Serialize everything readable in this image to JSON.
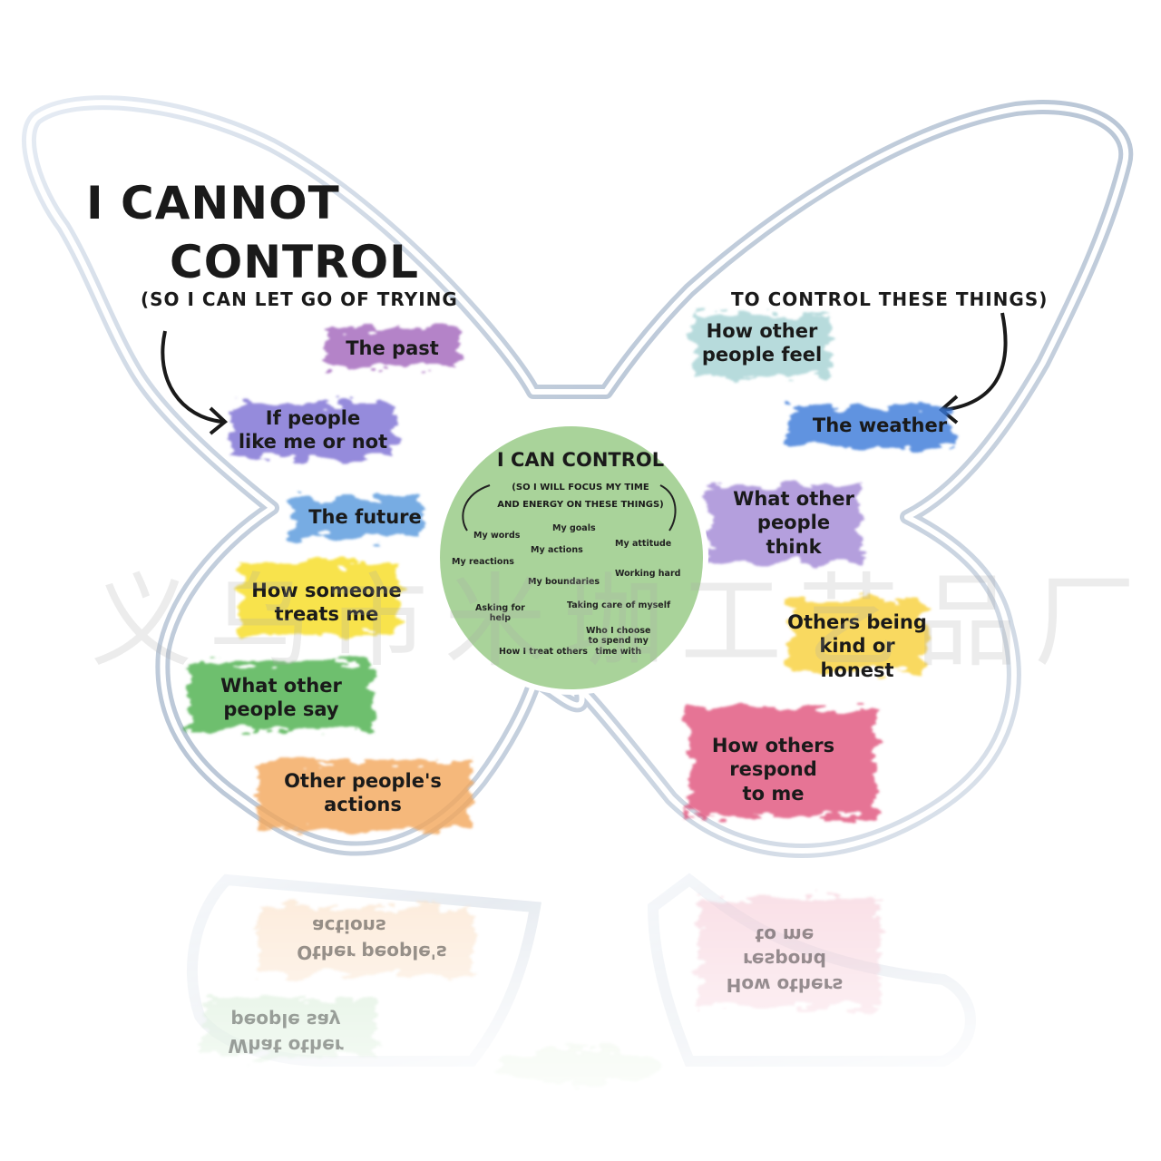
{
  "left_wing": {
    "title_line1": "I CANNOT",
    "title_line2": "CONTROL",
    "subtitle": "(SO I CAN LET GO OF TRYING",
    "items": [
      {
        "text": "The past",
        "color": "#9b59b6"
      },
      {
        "text": "If people\nlike me or not",
        "color": "#6a5acd"
      },
      {
        "text": "The future",
        "color": "#4a90d9"
      },
      {
        "text": "How someone\ntreats me",
        "color": "#f5d90a"
      },
      {
        "text": "What other\npeople say",
        "color": "#3faa3f"
      },
      {
        "text": "Other people's\nactions",
        "color": "#f2a65a"
      }
    ]
  },
  "right_wing": {
    "subtitle": "TO CONTROL THESE THINGS)",
    "items": [
      {
        "text": "How other\npeople feel",
        "color": "#9fcfd0"
      },
      {
        "text": "The weather",
        "color": "#3a78d8"
      },
      {
        "text": "What other\npeople\nthink",
        "color": "#9b7fd1"
      },
      {
        "text": "Others being\nkind or honest",
        "color": "#f7cf3a"
      },
      {
        "text": "How others\nrespond\nto me",
        "color": "#e0517a"
      }
    ]
  },
  "center": {
    "title": "I CAN CONTROL",
    "subtitle": "(SO I WILL FOCUS MY TIME\nAND ENERGY ON THESE THINGS)",
    "color": "#a9d39a",
    "items": [
      "My words",
      "My goals",
      "My attitude",
      "My actions",
      "My reactions",
      "Working hard",
      "My boundaries",
      "Asking for\nhelp",
      "Taking care of myself",
      "Who I choose\nto spend my\ntime with",
      "How I treat others"
    ]
  },
  "watermark": "义乌市米珈工艺品厂",
  "mirror_texts": [
    "actions",
    "Other people's",
    "to me",
    "respond",
    "How others",
    "people say",
    "What other"
  ]
}
